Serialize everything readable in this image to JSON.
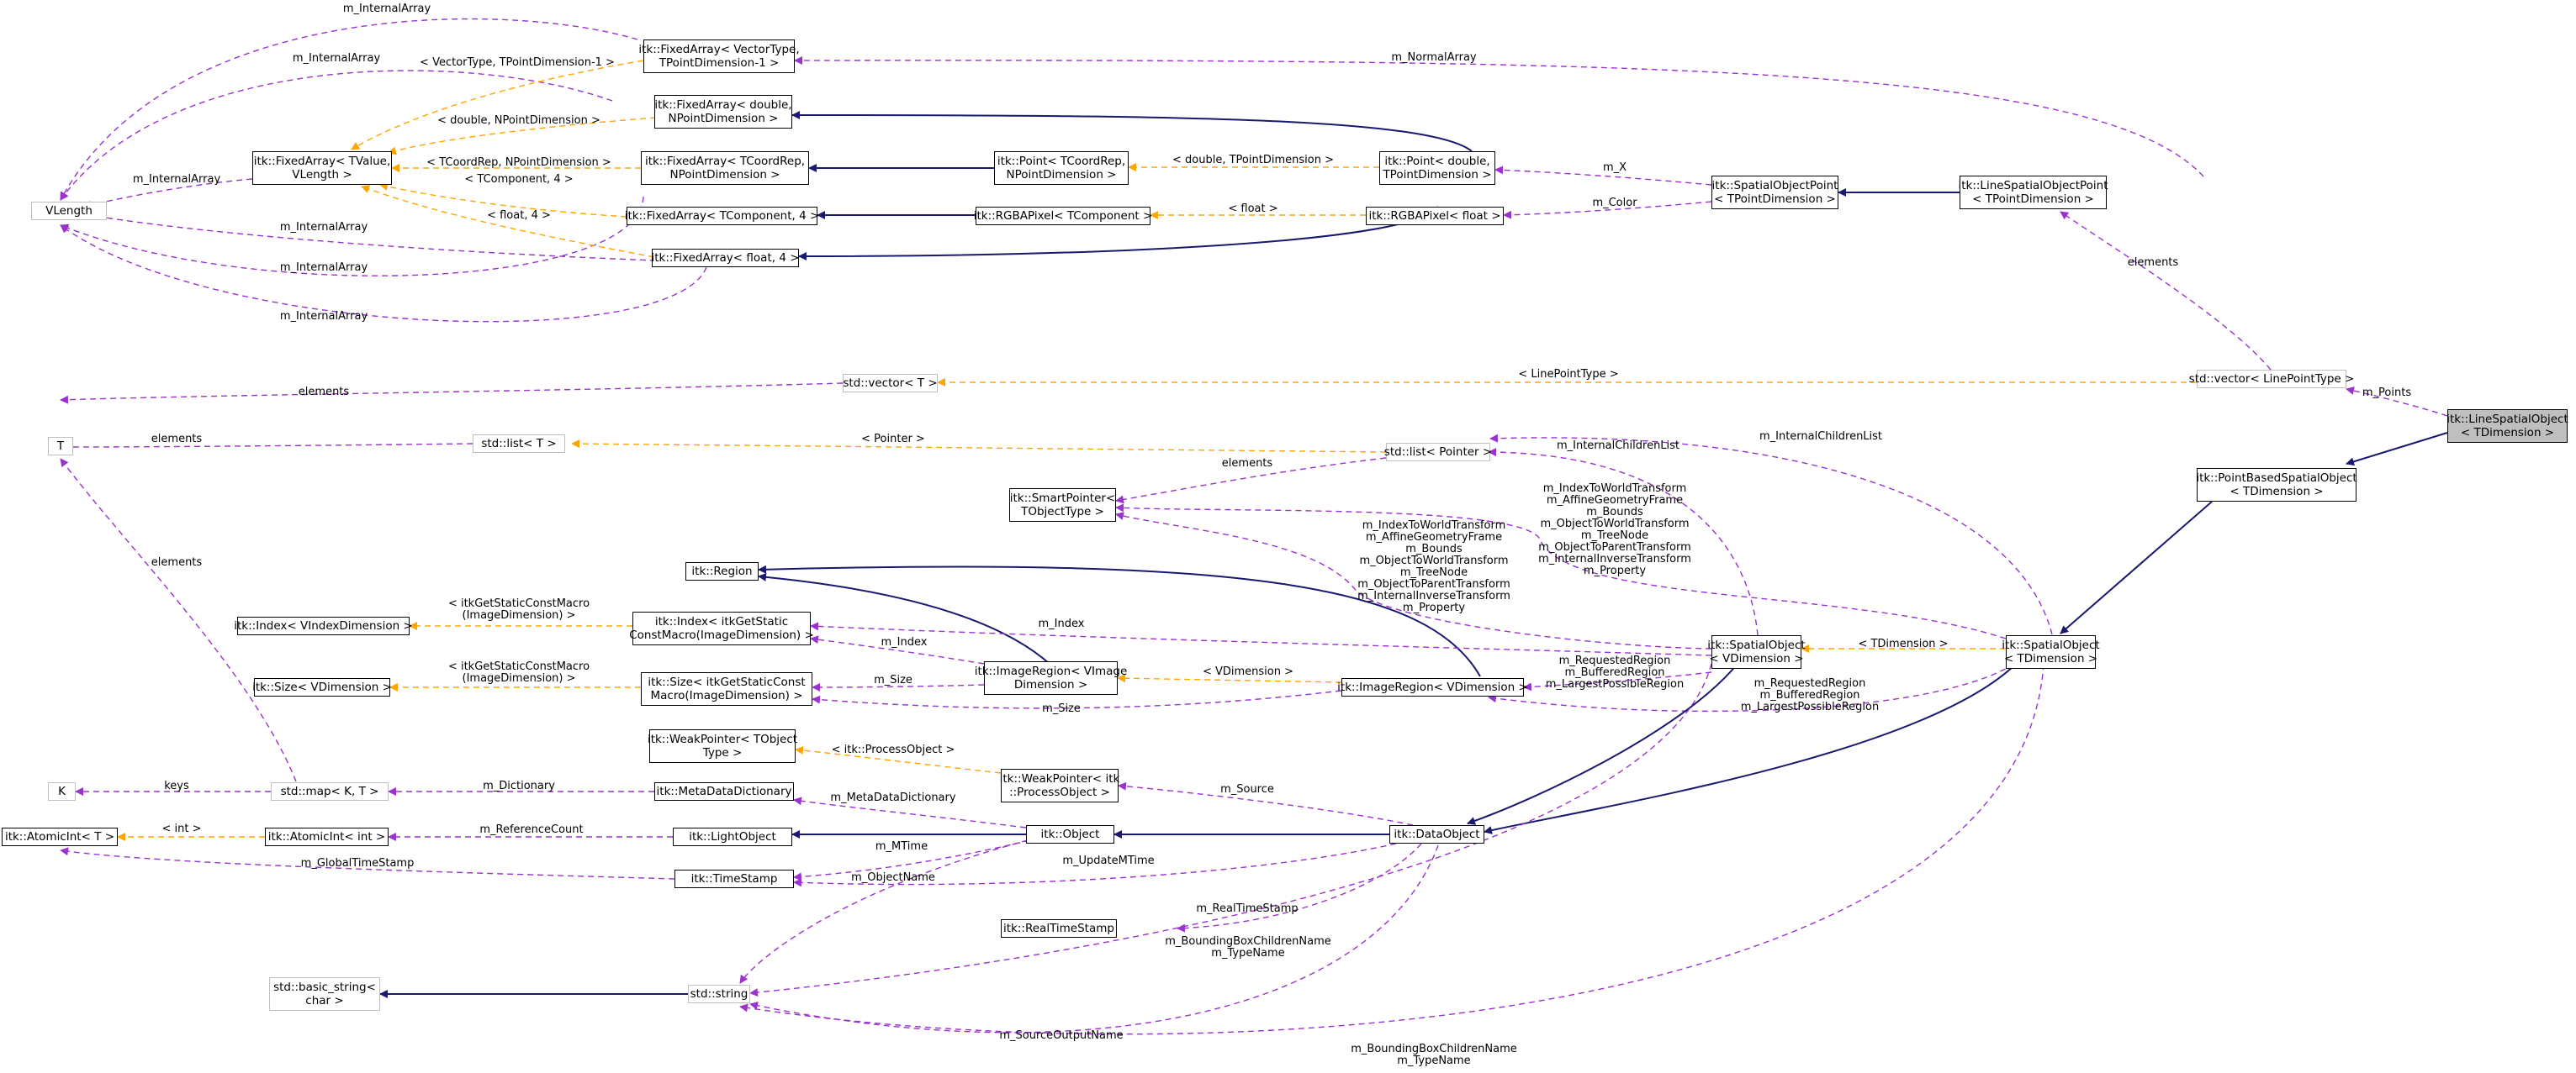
{
  "nodes": {
    "vlength": "VLength",
    "fa_vectortype": "itk::FixedArray< VectorType,\nTPointDimension-1 >",
    "fa_double": "itk::FixedArray< double,\nNPointDimension >",
    "fa_tvalue": "itk::FixedArray< TValue,\nVLength >",
    "fa_tcoordrep": "itk::FixedArray< TCoordRep,\nNPointDimension >",
    "point_tcoordrep": "itk::Point< TCoordRep,\nNPointDimension >",
    "point_double": "itk::Point< double,\nTPointDimension >",
    "fa_tcomponent": "itk::FixedArray< TComponent, 4 >",
    "rgba_tcomponent": "itk::RGBAPixel< TComponent >",
    "rgba_float": "itk::RGBAPixel< float >",
    "fa_float": "itk::FixedArray< float, 4 >",
    "spatial_object_point": "itk::SpatialObjectPoint\n< TPointDimension >",
    "line_spatial_object_point": "itk::LineSpatialObjectPoint\n< TPointDimension >",
    "t": "T",
    "std_vector_t": "std::vector< T >",
    "std_vector_linepoint": "std::vector< LinePointType >",
    "line_spatial_object": "itk::LineSpatialObject\n< TDimension >",
    "std_list_t": "std::list< T >",
    "std_list_pointer": "std::list< Pointer >",
    "smart_pointer": "itk::SmartPointer<\nTObjectType >",
    "point_based": "itk::PointBasedSpatialObject\n< TDimension >",
    "region": "itk::Region",
    "index_vindex": "itk::Index< VIndexDimension >",
    "index_static": "itk::Index< itkGetStatic\nConstMacro(ImageDimension) >",
    "size_vdim": "itk::Size< VDimension >",
    "size_static": "itk::Size< itkGetStaticConst\nMacro(ImageDimension) >",
    "imageregion_vimage": "itk::ImageRegion< VImage\nDimension >",
    "imageregion_vdim": "itk::ImageRegion< VDimension >",
    "spatialobject_vdim": "itk::SpatialObject\n< VDimension >",
    "spatialobject_tdim": "itk::SpatialObject\n< TDimension >",
    "weakpointer_tobject": "itk::WeakPointer< TObject\nType >",
    "weakpointer_process": "itk::WeakPointer< itk\n::ProcessObject >",
    "k": "K",
    "std_map": "std::map< K, T >",
    "metadatadictionary": "itk::MetaDataDictionary",
    "atomicint_t": "itk::AtomicInt< T >",
    "atomicint_int": "itk::AtomicInt< int >",
    "lightobject": "itk::LightObject",
    "object": "itk::Object",
    "dataobject": "itk::DataObject",
    "timestamp": "itk::TimeStamp",
    "realtimestamp": "itk::RealTimeStamp",
    "basic_string": "std::basic_string<\nchar >",
    "std_string": "std::string"
  },
  "edge_labels": {
    "ia1": "m_InternalArray",
    "ia2": "m_InternalArray",
    "ia3": "m_InternalArray",
    "ia4": "m_InternalArray",
    "ia5": "m_InternalArray",
    "ia6": "m_InternalArray",
    "t_vectortype": "< VectorType, TPointDimension-1 >",
    "t_double": "< double, NPointDimension >",
    "t_tcoordrep": "< TCoordRep, NPointDimension >",
    "t_tcomponent": "< TComponent, 4 >",
    "t_float4": "< float, 4 >",
    "t_double_tpoint": "< double, TPointDimension >",
    "t_float": "< float >",
    "normalarray": "m_NormalArray",
    "m_x": "m_X",
    "m_color": "m_Color",
    "elements_lsop": "elements",
    "t_linepoint": "< LinePointType >",
    "m_points": "m_Points",
    "elements_vec": "elements",
    "elements_list": "elements",
    "t_pointer": "< Pointer >",
    "internal_children1": "m_InternalChildrenList",
    "internal_children2": "m_InternalChildrenList",
    "elements_sp": "elements",
    "elements_map": "elements",
    "so_transforms_right": "m_IndexToWorldTransform\nm_AffineGeometryFrame\nm_Bounds\nm_ObjectToWorldTransform\nm_TreeNode\nm_ObjectToParentTransform\nm_InternalInverseTransform\nm_Property",
    "so_transforms_left": "m_IndexToWorldTransform\nm_AffineGeometryFrame\nm_Bounds\nm_ObjectToWorldTransform\nm_TreeNode\nm_ObjectToParentTransform\nm_InternalInverseTransform\nm_Property",
    "t_index_static": "< itkGetStaticConstMacro\n(ImageDimension) >",
    "t_size_static": "< itkGetStaticConstMacro\n(ImageDimension) >",
    "m_index1": "m_Index",
    "m_index2": "m_Index",
    "m_size1": "m_Size",
    "m_size2": "m_Size",
    "t_vdimension": "< VDimension >",
    "regions1": "m_RequestedRegion\nm_BufferedRegion\nm_LargestPossibleRegion",
    "regions2": "m_RequestedRegion\nm_BufferedRegion\nm_LargestPossibleRegion",
    "t_tdimension": "< TDimension >",
    "t_processobject": "< itk::ProcessObject >",
    "m_source": "m_Source",
    "keys": "keys",
    "m_dictionary": "m_Dictionary",
    "m_metadatadictionary": "m_MetaDataDictionary",
    "t_int": "< int >",
    "m_referencecount": "m_ReferenceCount",
    "m_globaltimestamp": "m_GlobalTimeStamp",
    "m_mtime": "m_MTime",
    "m_updatemtime": "m_UpdateMTime",
    "m_objectname": "m_ObjectName",
    "m_realtimestamp": "m_RealTimeStamp",
    "bbox_typename1": "m_BoundingBoxChildrenName\nm_TypeName",
    "bbox_typename2": "m_BoundingBoxChildrenName\nm_TypeName",
    "m_sourceoutputname": "m_SourceOutputName"
  },
  "colors": {
    "inheritance": "#191970",
    "usage": "#9a32cd",
    "template": "#ffa500",
    "highlight_fill": "#bfbfbf",
    "undocumented_border": "#bfbfbf"
  }
}
